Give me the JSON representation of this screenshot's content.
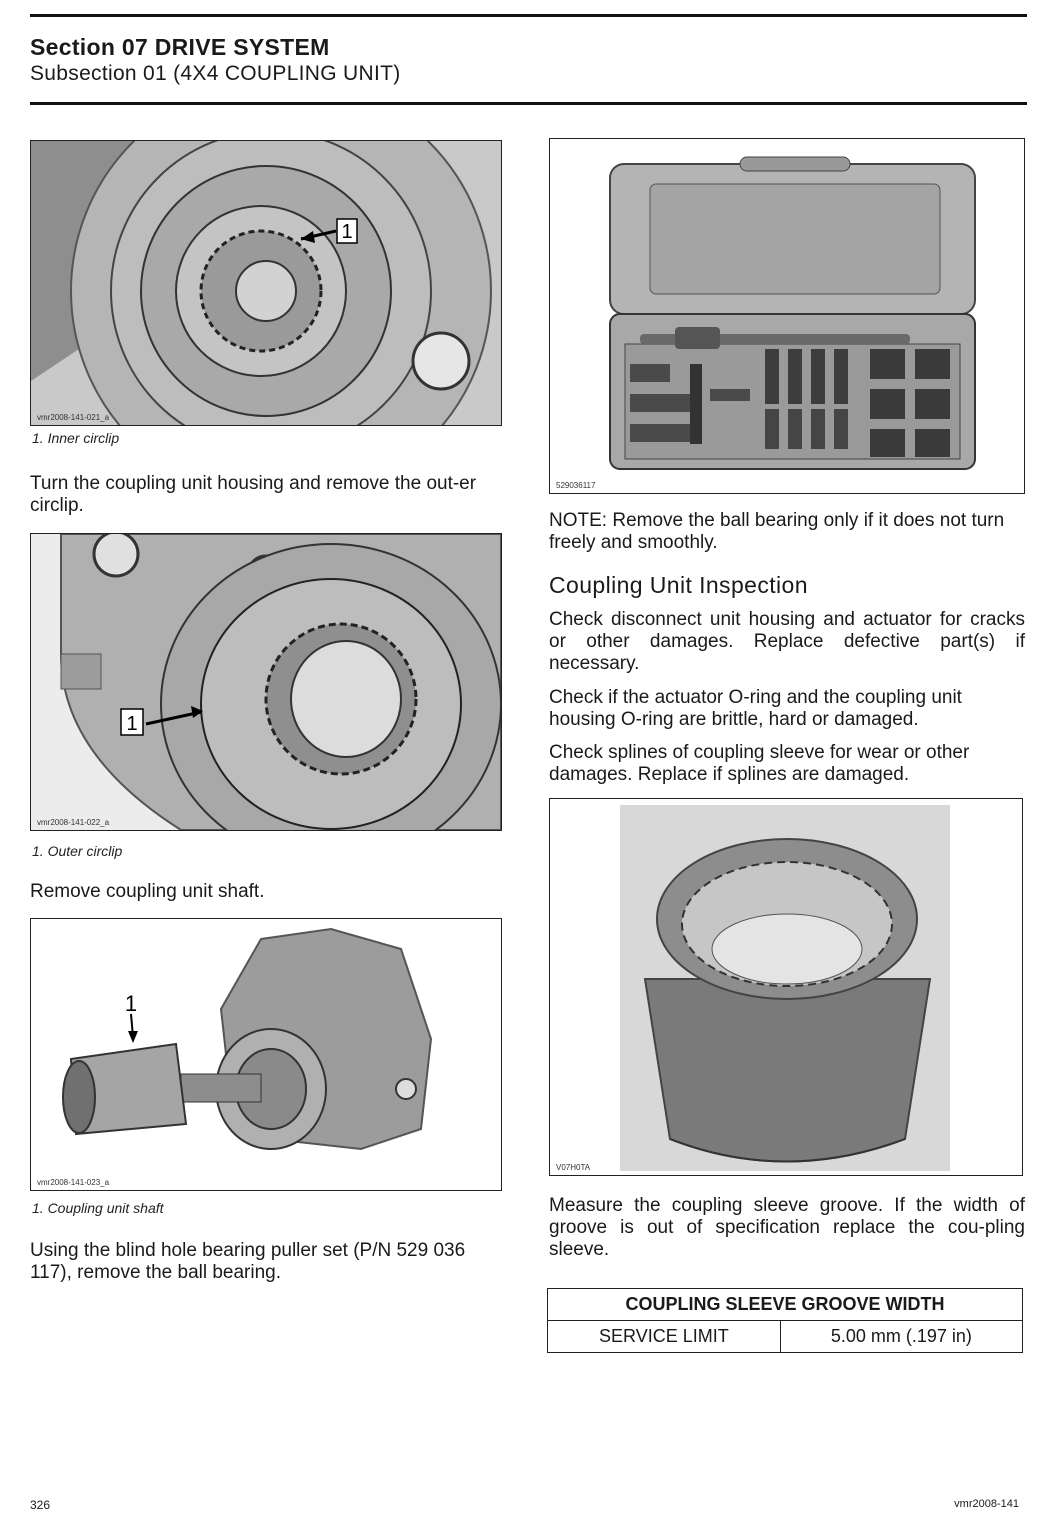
{
  "header": {
    "section": "Section 07 DRIVE SYSTEM",
    "subsection": "Subsection 01 (4X4 COUPLING UNIT)"
  },
  "figures": {
    "fig1": {
      "code": "vmr2008-141-021_a",
      "callout": "1",
      "caption": "1.  Inner circlip"
    },
    "fig2": {
      "code": "vmr2008-141-022_a",
      "callout": "1",
      "caption": "1.  Outer circlip"
    },
    "fig3": {
      "code": "vmr2008-141-023_a",
      "callout": "1",
      "caption": "1.  Coupling unit shaft"
    },
    "fig4": {
      "code": "529036117"
    },
    "fig5": {
      "code": "V07H0TA"
    }
  },
  "left_text": {
    "p1": "Turn the coupling unit housing and remove the out-er circlip.",
    "p2": "Remove coupling unit shaft.",
    "p3": "Using the blind hole bearing puller set (P/N 529 036 117), remove the ball bearing."
  },
  "right_text": {
    "note_label": "NOTE:",
    "note_text": " Remove the ball bearing only if it does not turn freely and smoothly.",
    "heading": "Coupling Unit Inspection",
    "p1": "Check disconnect unit housing and actuator for cracks or other damages.  Replace defective part(s) if necessary.",
    "p2": "Check if the actuator O-ring and the coupling unit housing O-ring are brittle, hard or damaged.",
    "p3": "Check splines of coupling sleeve for wear or other damages.  Replace if splines are damaged.",
    "p4": "Measure the coupling sleeve groove.  If the width of groove is out of specification replace the cou-pling sleeve."
  },
  "spec_table": {
    "title": "COUPLING SLEEVE GROOVE WIDTH",
    "row_label": "SERVICE LIMIT",
    "row_value": "5.00 mm (.197 in)"
  },
  "footer": {
    "page_number": "326",
    "doc_code": "vmr2008-141"
  }
}
